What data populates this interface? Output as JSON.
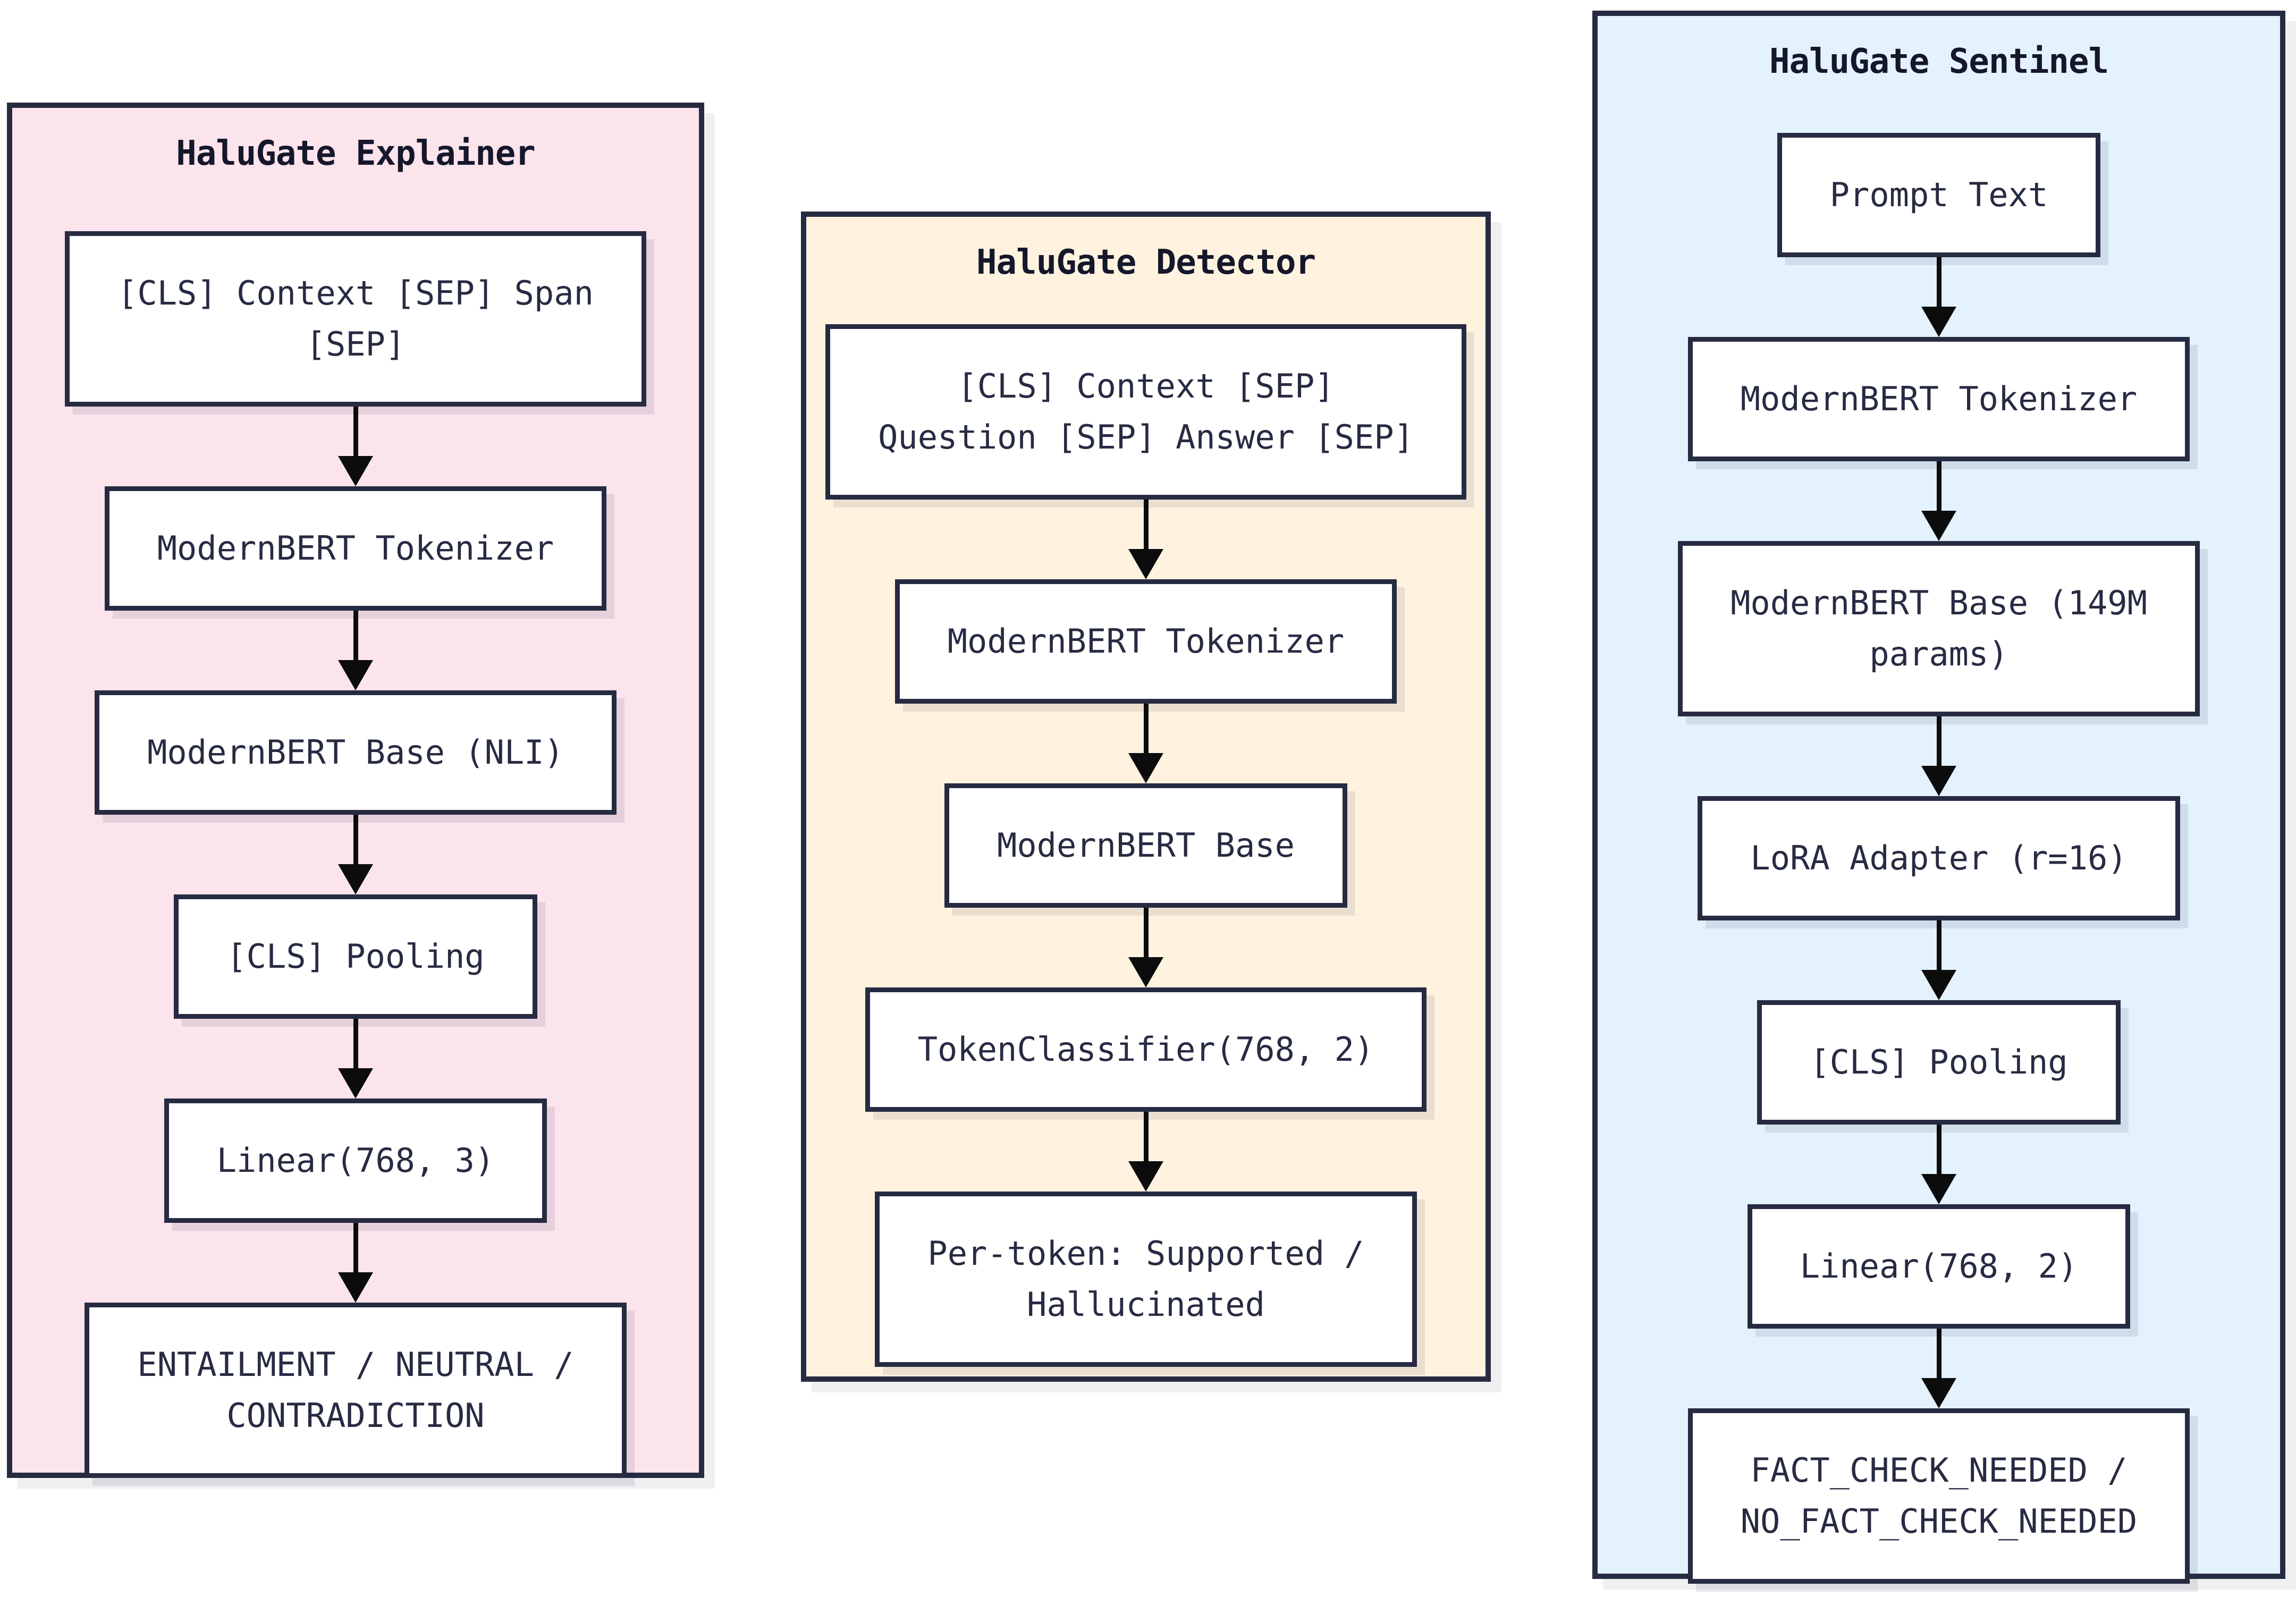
{
  "diagram": {
    "colors": {
      "background": "#ffffff",
      "border_and_text": "#272b42",
      "title_text": "#15172b",
      "arrow": "#0c0c0c",
      "box_fill": "#ffffff",
      "explainer_fill": "#fce4ec",
      "detector_fill": "#fff3e0",
      "sentinel_fill": "#e3f2fd"
    },
    "panels": [
      {
        "title": "HaluGate Explainer",
        "boxes": [
          "[CLS] Context [SEP] Span\n[SEP]",
          "ModernBERT Tokenizer",
          "ModernBERT Base (NLI)",
          "[CLS] Pooling",
          "Linear(768, 3)",
          "ENTAILMENT / NEUTRAL /\nCONTRADICTION"
        ]
      },
      {
        "title": "HaluGate Detector",
        "boxes": [
          "[CLS] Context [SEP]\nQuestion [SEP] Answer [SEP]",
          "ModernBERT Tokenizer",
          "ModernBERT Base",
          "TokenClassifier(768, 2)",
          "Per-token: Supported /\nHallucinated"
        ]
      },
      {
        "title": "HaluGate Sentinel",
        "boxes": [
          "Prompt Text",
          "ModernBERT Tokenizer",
          "ModernBERT Base (149M\nparams)",
          "LoRA Adapter (r=16)",
          "[CLS] Pooling",
          "Linear(768, 2)",
          "FACT_CHECK_NEEDED /\nNO_FACT_CHECK_NEEDED"
        ]
      }
    ]
  }
}
